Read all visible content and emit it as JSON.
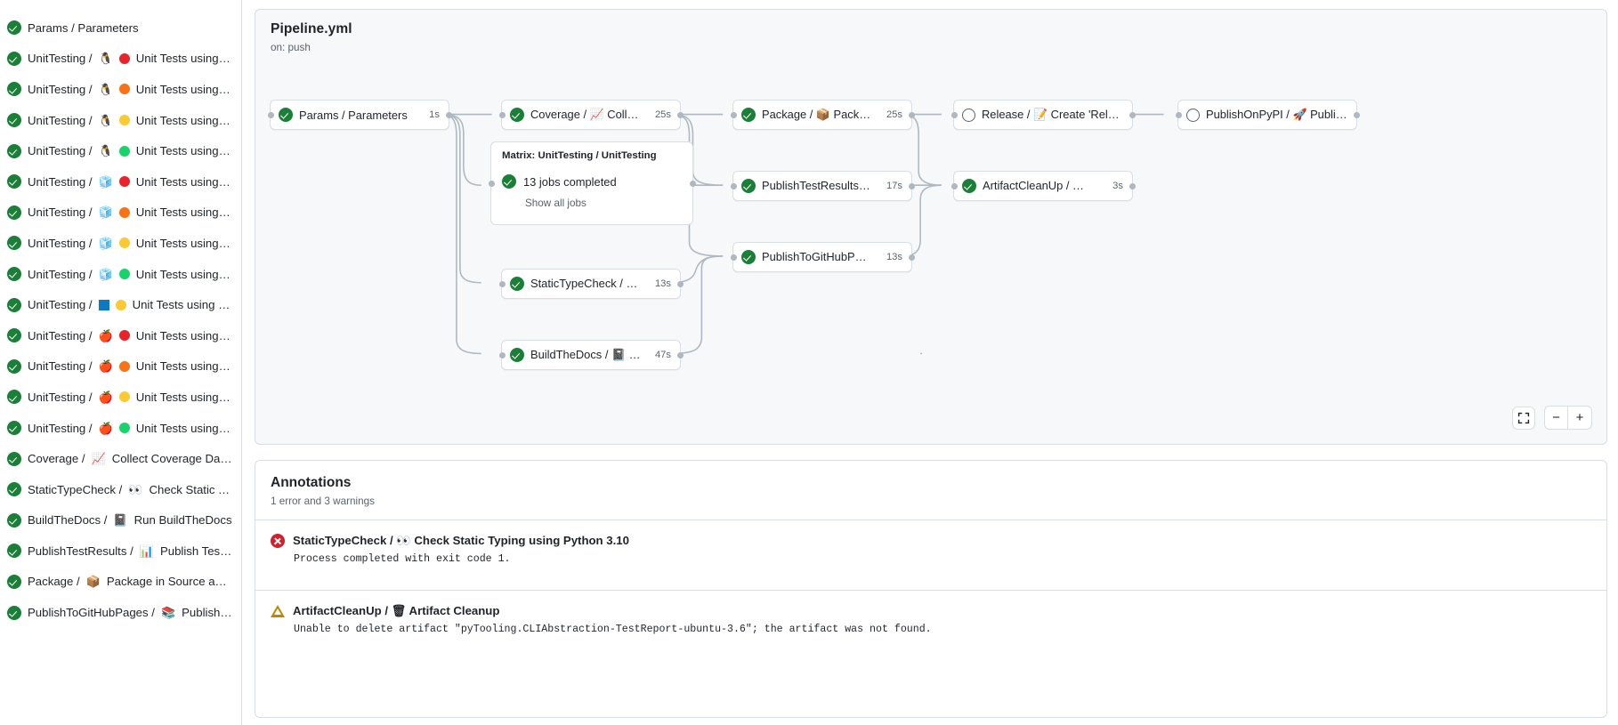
{
  "sidebar": {
    "jobs": [
      {
        "status": "success",
        "name": "Params / Parameters",
        "os": "",
        "ver": ""
      },
      {
        "status": "success",
        "name": "UnitTesting / ",
        "os": "🐧",
        "ver": "🔴",
        "suffix": "Unit Tests using Pyth..."
      },
      {
        "status": "success",
        "name": "UnitTesting / ",
        "os": "🐧",
        "ver": "🟠",
        "suffix": "Unit Tests using Pyth..."
      },
      {
        "status": "success",
        "name": "UnitTesting / ",
        "os": "🐧",
        "ver": "🟡",
        "suffix": "Unit Tests using Pyth..."
      },
      {
        "status": "success",
        "name": "UnitTesting / ",
        "os": "🐧",
        "ver": "🟢",
        "suffix": "Unit Tests using Pyth..."
      },
      {
        "status": "success",
        "name": "UnitTesting / ",
        "os": "🧊",
        "ver": "🔴",
        "suffix": "Unit Tests using Pyth..."
      },
      {
        "status": "success",
        "name": "UnitTesting / ",
        "os": "🧊",
        "ver": "🟠",
        "suffix": "Unit Tests using Pyth..."
      },
      {
        "status": "success",
        "name": "UnitTesting / ",
        "os": "🧊",
        "ver": "🟡",
        "suffix": "Unit Tests using Pyth..."
      },
      {
        "status": "success",
        "name": "UnitTesting / ",
        "os": "🧊",
        "ver": "🟢",
        "suffix": "Unit Tests using Pyth..."
      },
      {
        "status": "success",
        "name": "UnitTesting / ",
        "os": "🟦",
        "ver": "🟡",
        "suffix": "Unit Tests using Pyth..."
      },
      {
        "status": "success",
        "name": "UnitTesting / ",
        "os": "🍎",
        "ver": "🔴",
        "suffix": "Unit Tests using Pyth..."
      },
      {
        "status": "success",
        "name": "UnitTesting / ",
        "os": "🍎",
        "ver": "🟠",
        "suffix": "Unit Tests using Pyth..."
      },
      {
        "status": "success",
        "name": "UnitTesting / ",
        "os": "🍎",
        "ver": "🟡",
        "suffix": "Unit Tests using Pyth..."
      },
      {
        "status": "success",
        "name": "UnitTesting / ",
        "os": "🍎",
        "ver": "🟢",
        "suffix": "Unit Tests using Pyth..."
      },
      {
        "status": "success",
        "name": "Coverage / ",
        "os": "📈",
        "ver": "",
        "suffix": "Collect Coverage Data usi..."
      },
      {
        "status": "success",
        "name": "StaticTypeCheck / ",
        "os": "👀",
        "ver": "",
        "suffix": "Check Static Typing..."
      },
      {
        "status": "success",
        "name": "BuildTheDocs / ",
        "os": "📓",
        "ver": "",
        "suffix": "Run BuildTheDocs"
      },
      {
        "status": "success",
        "name": "PublishTestResults / ",
        "os": "📊",
        "ver": "",
        "suffix": "Publish Test Resu..."
      },
      {
        "status": "success",
        "name": "Package / ",
        "os": "📦",
        "ver": "",
        "suffix": "Package in Source and Wh..."
      },
      {
        "status": "success",
        "name": "PublishToGitHubPages / ",
        "os": "📚",
        "ver": "",
        "suffix": "Publish to G..."
      }
    ]
  },
  "graph": {
    "workflow_file": "Pipeline.yml",
    "trigger": "on: push",
    "nodes": [
      {
        "id": "params",
        "status": "success",
        "label": "Params / Parameters",
        "duration": "1s"
      },
      {
        "id": "coverage",
        "status": "success",
        "label": "Coverage / 📈 Collect Cove...",
        "duration": "25s"
      },
      {
        "id": "package",
        "status": "success",
        "label": "Package / 📦 Package in So...",
        "duration": "25s"
      },
      {
        "id": "release",
        "status": "pending",
        "label": "Release / 📝 Create 'Release P...",
        "duration": ""
      },
      {
        "id": "pypi",
        "status": "pending",
        "label": "PublishOnPyPI / 🚀 Publish to ...",
        "duration": ""
      },
      {
        "id": "testresults",
        "status": "success",
        "label": "PublishTestResults / 📊 Pu...",
        "duration": "17s"
      },
      {
        "id": "artifact",
        "status": "success",
        "label": "ArtifactCleanUp / 🗑 Artifac...",
        "duration": "3s"
      },
      {
        "id": "ghpages",
        "status": "success",
        "label": "PublishToGitHubPages / 📚 ...",
        "duration": "13s"
      },
      {
        "id": "stc",
        "status": "success",
        "label": "StaticTypeCheck / 👀 Chec...",
        "duration": "13s"
      },
      {
        "id": "docs",
        "status": "success",
        "label": "BuildTheDocs / 📓 Run Buil...",
        "duration": "47s"
      }
    ],
    "matrix": {
      "title": "Matrix: UnitTesting / UnitTesting",
      "status": "success",
      "summary": "13 jobs completed",
      "show_all": "Show all jobs"
    },
    "controls": {
      "fullscreen": "fullscreen-icon",
      "zoom_out": "−",
      "zoom_in": "+"
    }
  },
  "annotations": {
    "title": "Annotations",
    "subtitle": "1 error and 3 warnings",
    "items": [
      {
        "severity": "error",
        "job": "StaticTypeCheck / 👀 Check Static Typing using Python 3.10",
        "message": "Process completed with exit code 1."
      },
      {
        "severity": "warning",
        "job": "ArtifactCleanUp / 🗑 Artifact Cleanup",
        "message": "Unable to delete artifact \"pyTooling.CLIAbstraction-TestReport-ubuntu-3.6\"; the artifact was not found."
      }
    ]
  },
  "colors": {
    "success": "#1a7f37",
    "error": "#cf222e",
    "warning": "#bf8700",
    "border": "#d8dee4",
    "panel_bg": "#f6f8fa",
    "muted_text": "#59636e"
  }
}
